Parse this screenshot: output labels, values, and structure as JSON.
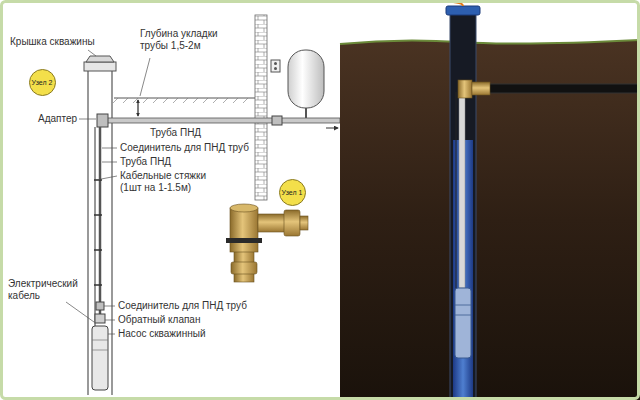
{
  "diagram": {
    "nodes": [
      {
        "text": [
          "Узел 2"
        ]
      },
      {
        "text": [
          "Узел 1"
        ]
      }
    ],
    "labels": [
      "Крышка скважины",
      "Глубина укладки трубы 1,5-2м",
      "Адаптер",
      "Труба ПНД",
      "Соединитель для ПНД труб",
      "Труба ПНД",
      "Кабельные стяжки (1шт на 1-1.5м)",
      "Электрический кабель",
      "Соединитель для ПНД труб",
      "Обратный клапан",
      "Насос скважинный"
    ]
  }
}
